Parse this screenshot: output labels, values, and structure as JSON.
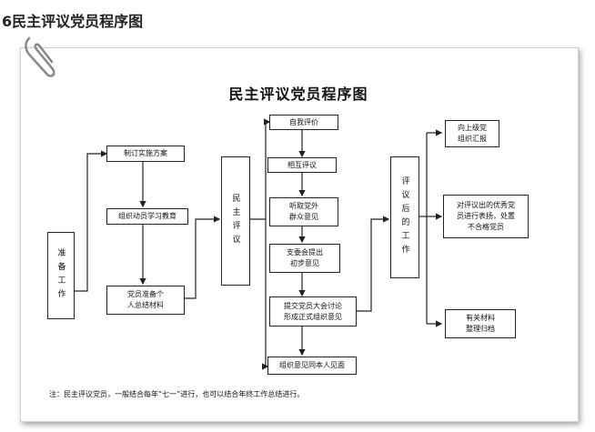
{
  "heading": "6民主评议党员程序图",
  "diagram": {
    "title": "民主评议党员程序图",
    "prep": "准备工作",
    "review": "民主评议",
    "after": "评议后的工作",
    "prep_steps": [
      "制订实施方案",
      "组织动员学习教育",
      "党员准备个\n人总结材料"
    ],
    "review_steps": [
      "自我评价",
      "相互评议",
      "听取党外\n群众意见",
      "支委会提出\n初步意见",
      "提交党员大会讨论\n形成正式组织意见",
      "组织意见同本人见面"
    ],
    "after_steps": [
      "向上级党\n组织汇报",
      "对评议出的优秀党\n员进行表扬，处置\n不合格党员",
      "有关材料\n整理归档"
    ],
    "note": "注：民主评议党员，一般结合每年“七一”进行，也可以结合年终工作总结进行。"
  }
}
